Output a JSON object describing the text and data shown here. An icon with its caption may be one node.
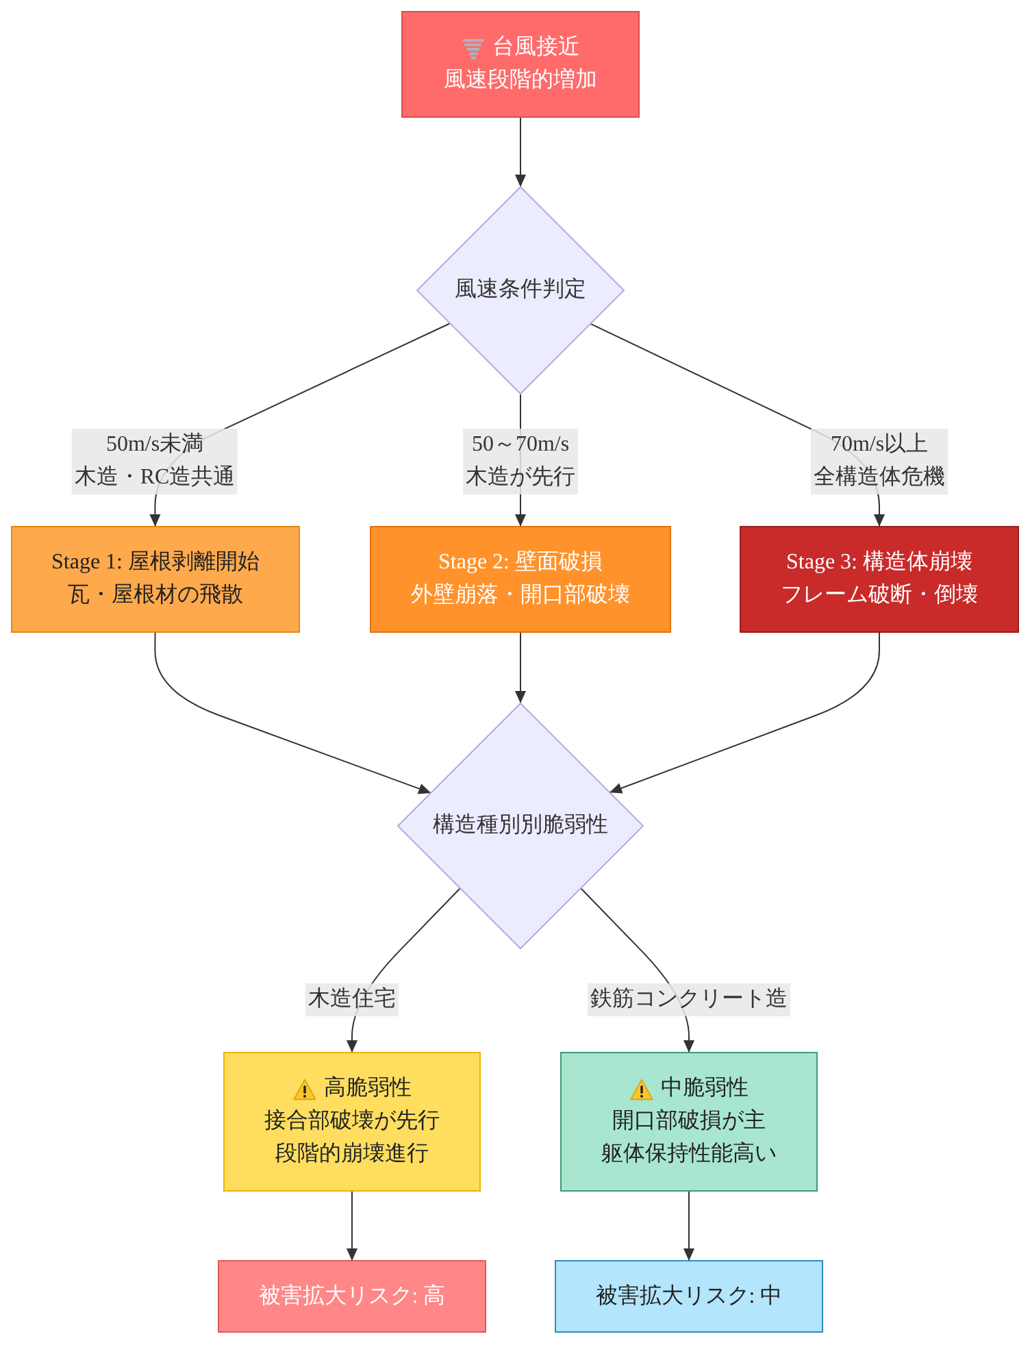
{
  "diagram": {
    "nodes": [
      {
        "text": [
          "台風接近",
          "風速段階的増加"
        ]
      },
      {
        "text": [
          "風速条件判定"
        ]
      },
      {
        "text": [
          "Stage 1: 屋根剥離開始",
          "瓦・屋根材の飛散"
        ]
      },
      {
        "text": [
          "Stage 2: 壁面破損",
          "外壁崩落・開口部破壊"
        ]
      },
      {
        "text": [
          "Stage 3: 構造体崩壊",
          "フレーム破断・倒壊"
        ]
      },
      {
        "text": [
          "構造種別別脆弱性"
        ]
      },
      {
        "text": [
          "高脆弱性",
          "接合部破壊が先行",
          "段階的崩壊進行"
        ]
      },
      {
        "text": [
          "中脆弱性",
          "開口部破損が主",
          "躯体保持性能高い"
        ]
      },
      {
        "text": [
          "被害拡大リスク: 高"
        ]
      },
      {
        "text": [
          "被害拡大リスク: 中"
        ]
      }
    ],
    "edges": [
      {
        "from": 0,
        "to": 1,
        "arrow": "to"
      },
      {
        "from": 1,
        "to": 2,
        "arrow": "to",
        "label": "50m/s未満木造・RC造共通"
      },
      {
        "from": 1,
        "to": 3,
        "arrow": "to",
        "label": "50～70m/s木造が先行"
      },
      {
        "from": 1,
        "to": 4,
        "arrow": "to",
        "label": "70m/s以上全構造体危機"
      },
      {
        "from": 2,
        "to": 5,
        "arrow": "to"
      },
      {
        "from": 3,
        "to": 5,
        "arrow": "to"
      },
      {
        "from": 4,
        "to": 5,
        "arrow": "to"
      },
      {
        "from": 5,
        "to": 6,
        "arrow": "to",
        "label": "木造住宅"
      },
      {
        "from": 5,
        "to": 7,
        "arrow": "to",
        "label": "鉄筋コンクリート造"
      },
      {
        "from": 6,
        "to": 8,
        "arrow": "to"
      },
      {
        "from": 7,
        "to": 9,
        "arrow": "to"
      }
    ]
  }
}
